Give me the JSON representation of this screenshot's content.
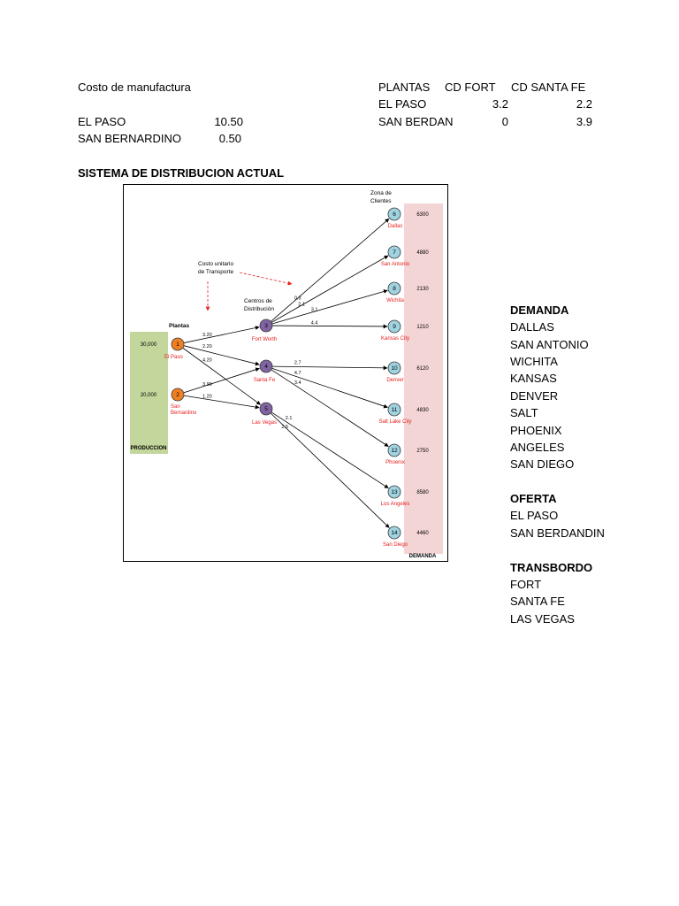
{
  "manufacturing": {
    "title": "Costo de manufactura",
    "rows": [
      {
        "plant": "EL PASO",
        "cost": "10.50"
      },
      {
        "plant": "SAN BERNARDINO",
        "cost": "0.50"
      }
    ]
  },
  "transport_table": {
    "headers": [
      "PLANTAS",
      "CD FORT",
      "CD SANTA FE"
    ],
    "rows": [
      {
        "plant": "EL PASO",
        "fort": "3.2",
        "santafe": "2.2"
      },
      {
        "plant": "SAN BERDAN",
        "fort": "0",
        "santafe": "3.9"
      }
    ]
  },
  "section_title": "SISTEMA DE DISTRIBUCION ACTUAL",
  "diagram": {
    "zone_label_1": "Zona de",
    "zone_label_2": "Clientes",
    "cost_label_1": "Costo unitario",
    "cost_label_2": "de Transporte",
    "centers_label_1": "Centros de",
    "centers_label_2": "Distribución",
    "plants_label": "Plantas",
    "production_label": "PRODUCCION",
    "demand_label": "DEMANDA",
    "plants": [
      {
        "id": "1",
        "name": "El Paso",
        "supply": "30,000"
      },
      {
        "id": "2",
        "name": "San Bernardino",
        "name_line1": "San",
        "name_line2": "Bernardino",
        "supply": "20,000"
      }
    ],
    "centers": [
      {
        "id": "3",
        "name": "Fort Worth"
      },
      {
        "id": "4",
        "name": "Santa Fe"
      },
      {
        "id": "5",
        "name": "Las Vegas"
      }
    ],
    "customers": [
      {
        "id": "6",
        "name": "Dallas",
        "demand": "6300"
      },
      {
        "id": "7",
        "name": "San Antonio",
        "demand": "4880"
      },
      {
        "id": "8",
        "name": "Wichita",
        "demand": "2130"
      },
      {
        "id": "9",
        "name": "Kansas City",
        "demand": "1210"
      },
      {
        "id": "10",
        "name": "Denver",
        "demand": "6120"
      },
      {
        "id": "11",
        "name": "Salt Lake City",
        "demand": "4830"
      },
      {
        "id": "12",
        "name": "Phoenix",
        "demand": "2750"
      },
      {
        "id": "13",
        "name": "Los Angeles",
        "demand": "8580"
      },
      {
        "id": "14",
        "name": "San Diego",
        "demand": "4460"
      }
    ],
    "plant_edges": [
      {
        "from": "1",
        "to": "3",
        "cost": "3.20"
      },
      {
        "from": "1",
        "to": "4",
        "cost": "2.20"
      },
      {
        "from": "1",
        "to": "5",
        "cost": "4.20"
      },
      {
        "from": "2",
        "to": "4",
        "cost": "3.90"
      },
      {
        "from": "2",
        "to": "5",
        "cost": "1.20"
      }
    ],
    "center_edges": [
      {
        "from": "3",
        "to": "6",
        "cost": "0.3"
      },
      {
        "from": "3",
        "to": "7",
        "cost": "2.1"
      },
      {
        "from": "3",
        "to": "8",
        "cost": "3.1"
      },
      {
        "from": "3",
        "to": "9",
        "cost": "4.4"
      },
      {
        "from": "4",
        "to": "10",
        "cost": "2.7"
      },
      {
        "from": "4",
        "to": "11",
        "cost": "4.7"
      },
      {
        "from": "4",
        "to": "12",
        "cost": "3.4"
      },
      {
        "from": "5",
        "to": "13",
        "cost": "2.1"
      },
      {
        "from": "5",
        "to": "14",
        "cost": "2.5"
      }
    ],
    "colors": {
      "plant": "#f07f22",
      "center": "#8064a2",
      "customer": "#9fd3e0",
      "name_red": "#e81c1c",
      "production_bg": "#c3d69b",
      "demand_bg": "#f2d5d4"
    }
  },
  "side_list": {
    "demand_title": "DEMANDA",
    "demand_items": [
      "DALLAS",
      "SAN ANTONIO",
      "WICHITA",
      "KANSAS",
      "DENVER",
      "SALT",
      "PHOENIX",
      "ANGELES",
      "SAN DIEGO"
    ],
    "supply_title": "OFERTA",
    "supply_items": [
      "EL PASO",
      "SAN BERDANDIN"
    ],
    "transship_title": "TRANSBORDO",
    "transship_items": [
      "FORT",
      "SANTA FE",
      "LAS VEGAS"
    ]
  }
}
